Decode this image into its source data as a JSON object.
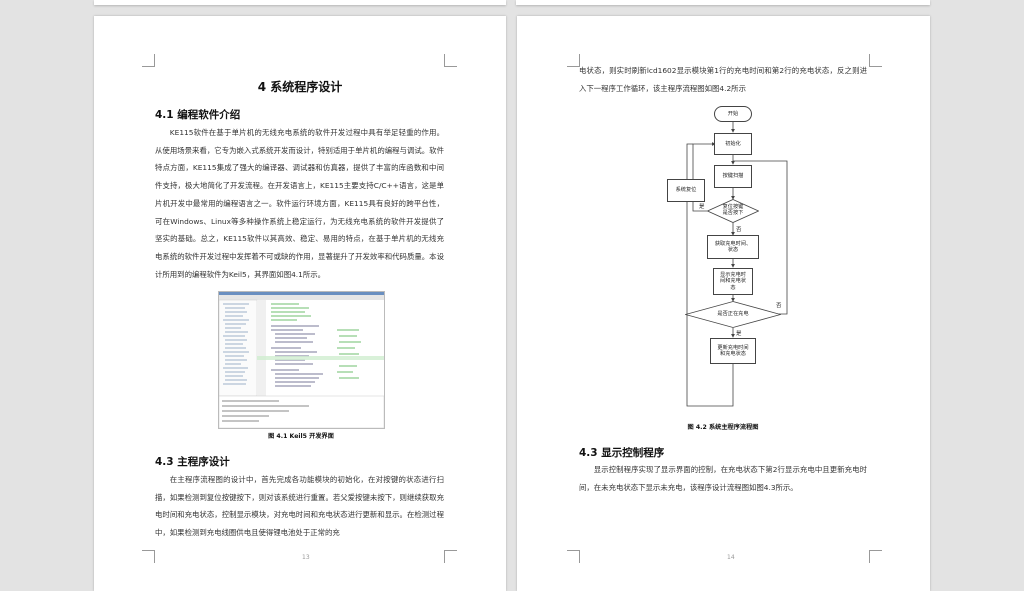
{
  "page_left": {
    "chapter_title": "4  系统程序设计",
    "section_41_title": "4.1 编程软件介绍",
    "section_41_body": "KE115软件在基于单片机的无线充电系统的软件开发过程中具有举足轻重的作用。从使用场景来看，它专为嵌入式系统开发而设计，特别适用于单片机的编程与调试。软件特点方面，KE115集成了强大的编译器、调试器和仿真器，提供了丰富的库函数和中间件支持，极大地简化了开发流程。在开发语言上，KE115主要支持C/C++语言，这是单片机开发中最常用的编程语言之一。软件运行环境方面，KE115具有良好的跨平台性，可在Windows、Linux等多种操作系统上稳定运行，为无线充电系统的软件开发提供了坚实的基础。总之，KE115软件以其高效、稳定、易用的特点，在基于单片机的无线充电系统的软件开发过程中发挥着不可或缺的作用，显著提升了开发效率和代码质量。本设计所用到的编程软件为Keil5，其界面如图4.1所示。",
    "figure_41_caption": "图 4.1 Keil5 开发界面",
    "section_43_title": "4.3 主程序设计",
    "section_43_body": "在主程序流程图的设计中，首先完成各功能模块的初始化，在对按键的状态进行扫描，如果检测到复位按键按下，则对该系统进行重置。若父爱按键未按下，则继续获取充电时间和充电状态，控制显示模块，对充电时间和充电状态进行更新和显示。在检测过程中，如果检测到充电线圈供电且使得锂电池处于正常的充",
    "page_number": "13"
  },
  "page_right": {
    "continued_text": "电状态，则实时刷新lcd1602显示模块第1行的充电时间和第2行的充电状态，反之则进入下一程序工作循环，该主程序流程图如图4.2所示",
    "flowchart": {
      "start": "开始",
      "init": "初始化",
      "scan": "按键扫描",
      "decision_reset": "复位按键\n是否按下",
      "reset": "系统复位",
      "get_time": "获取充电时间、\n状态",
      "display": "显示充电时\n间和充电状\n态",
      "decision_charging": "是否正在充电",
      "update": "更新充电时间\n和充电状态",
      "yes": "是",
      "no": "否"
    },
    "figure_42_caption": "图 4.2  系统主程序流程图",
    "section_43b_title": "4.3 显示控制程序",
    "section_43b_body": "显示控制程序实现了显示界面的控制，在充电状态下第2行显示充电中且更新充电时间，在未充电状态下显示未充电，该程序设计流程图如图4.3所示。",
    "page_number": "14"
  }
}
